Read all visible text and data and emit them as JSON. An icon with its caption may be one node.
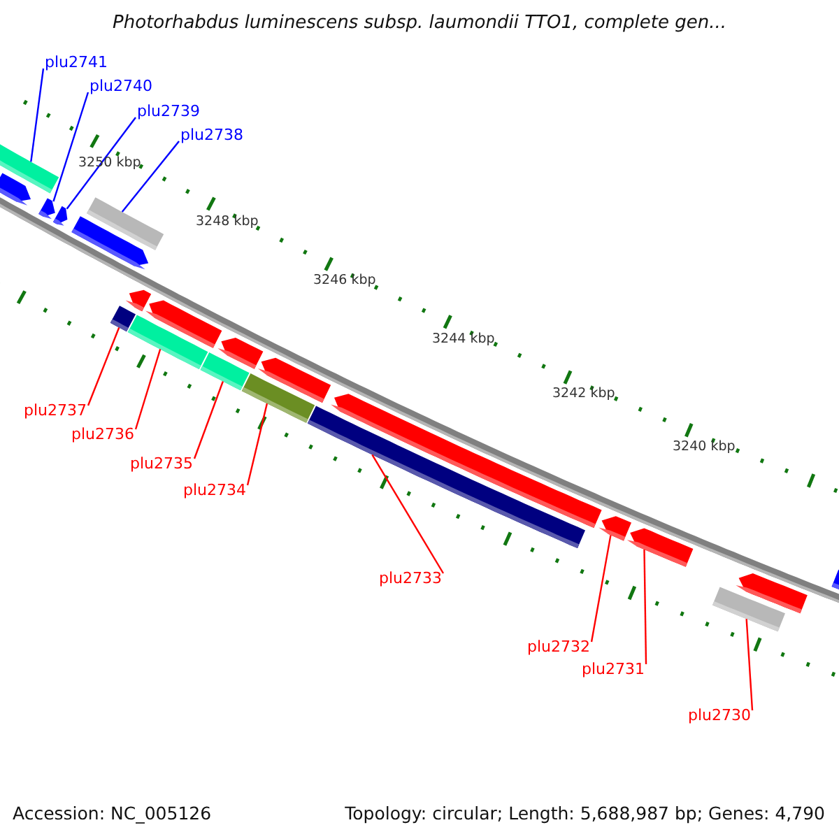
{
  "diagram": {
    "title": "Photorhabdus luminescens subsp. laumondii TTO1, complete gen...",
    "nodes": [
      {
        "text": [
          "plu2741"
        ]
      },
      {
        "text": [
          "plu2740"
        ]
      },
      {
        "text": [
          "plu2739"
        ]
      },
      {
        "text": [
          "plu2738"
        ]
      },
      {
        "text": [
          "plu2737"
        ]
      },
      {
        "text": [
          "plu2736"
        ]
      },
      {
        "text": [
          "plu2735"
        ]
      },
      {
        "text": [
          "plu2734"
        ]
      },
      {
        "text": [
          "plu2733"
        ]
      },
      {
        "text": [
          "plu2732"
        ]
      },
      {
        "text": [
          "plu2731"
        ]
      },
      {
        "text": [
          "plu2730"
        ]
      },
      {
        "text": [],
        "shape": "arrow"
      },
      {
        "text": [],
        "shape": "bar"
      },
      {
        "text": [],
        "shape": "arrow"
      },
      {
        "text": [],
        "shape": "arrow"
      },
      {
        "text": [],
        "shape": "arrow"
      },
      {
        "text": [],
        "shape": "bar"
      },
      {
        "text": [],
        "shape": "arrow"
      },
      {
        "text": [],
        "shape": "bar"
      },
      {
        "text": [],
        "shape": "bar"
      },
      {
        "text": [],
        "shape": "arrow"
      },
      {
        "text": [],
        "shape": "bar"
      },
      {
        "text": [],
        "shape": "arrow"
      },
      {
        "text": [],
        "shape": "bar"
      },
      {
        "text": [],
        "shape": "arrow"
      },
      {
        "text": [],
        "shape": "bar"
      },
      {
        "text": [],
        "shape": "arrow"
      },
      {
        "text": [],
        "shape": "arrow"
      },
      {
        "text": [],
        "shape": "arrow"
      },
      {
        "text": [],
        "shape": "bar"
      },
      {
        "text": [],
        "shape": "arrow"
      },
      {
        "text": [],
        "shape": "arrow"
      }
    ],
    "edges": [
      {
        "from": 0,
        "to": 13,
        "arrow": "none",
        "color": "#0000ff"
      },
      {
        "from": 1,
        "to": 14,
        "arrow": "none",
        "color": "#0000ff"
      },
      {
        "from": 2,
        "to": 15,
        "arrow": "none",
        "color": "#0000ff"
      },
      {
        "from": 3,
        "to": 17,
        "arrow": "none",
        "color": "#0000ff"
      },
      {
        "from": 4,
        "to": 19,
        "arrow": "none"
      },
      {
        "from": 5,
        "to": 20,
        "arrow": "none"
      },
      {
        "from": 6,
        "to": 22,
        "arrow": "none"
      },
      {
        "from": 7,
        "to": 24,
        "arrow": "none"
      },
      {
        "from": 8,
        "to": 26,
        "arrow": "none"
      },
      {
        "from": 9,
        "to": 28,
        "arrow": "none"
      },
      {
        "from": 10,
        "to": 29,
        "arrow": "none"
      },
      {
        "from": 11,
        "to": 30,
        "arrow": "none"
      }
    ],
    "labels": [
      "3250 kbp",
      "3248 kbp",
      "3246 kbp",
      "3244 kbp",
      "3242 kbp",
      "3240 kbp",
      "Accession: NC_005126",
      "Topology: circular; Length: 5,688,987 bp; Genes: 4,790"
    ]
  }
}
